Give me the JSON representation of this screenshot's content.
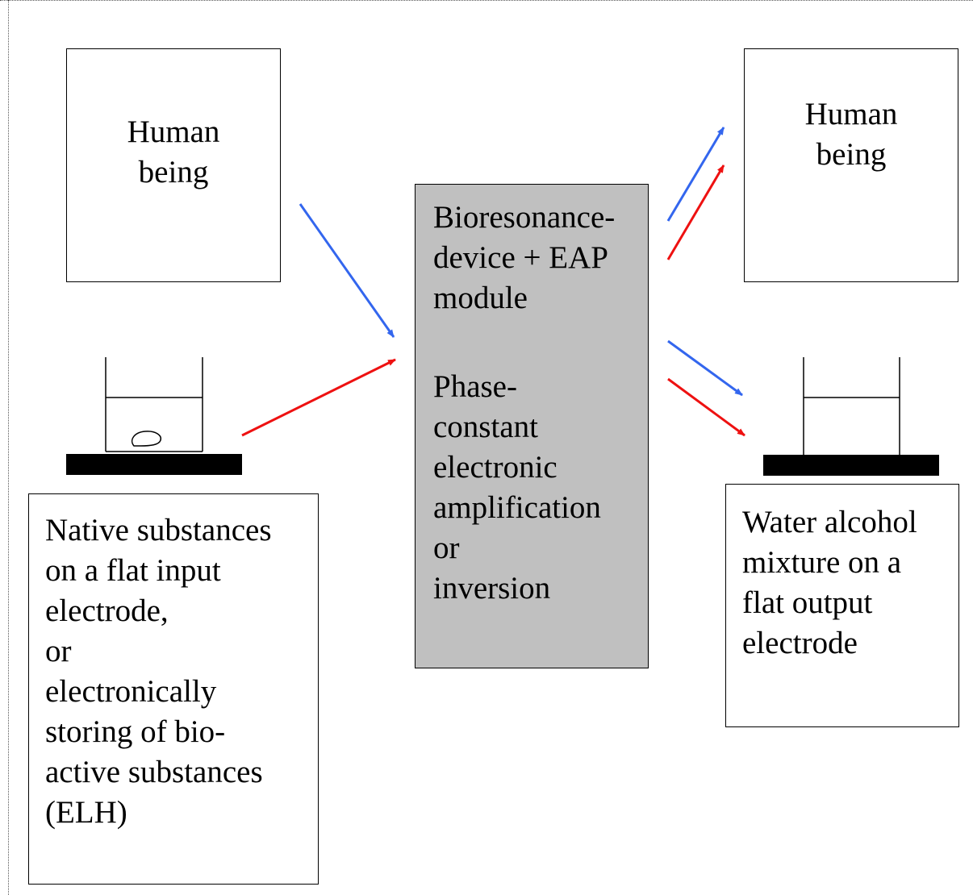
{
  "human_left": {
    "label": "Human\nbeing"
  },
  "human_right": {
    "label": "Human\nbeing"
  },
  "device": {
    "label_top": "Bioresonance-\ndevice + EAP\nmodule",
    "label_bottom": "Phase-\nconstant\nelectronic\namplification\nor\ninversion"
  },
  "input_electrode": {
    "label": "Native substances\non a flat input\nelectrode,\nor\nelectronically\nstoring of bio-\nactive substances\n(ELH)"
  },
  "output_electrode": {
    "label": "Water alcohol\nmixture on a\nflat output\nelectrode"
  },
  "colors": {
    "blue_signal": "#3366ee",
    "red_signal": "#ee1111",
    "device_fill": "#c0c0c0"
  }
}
